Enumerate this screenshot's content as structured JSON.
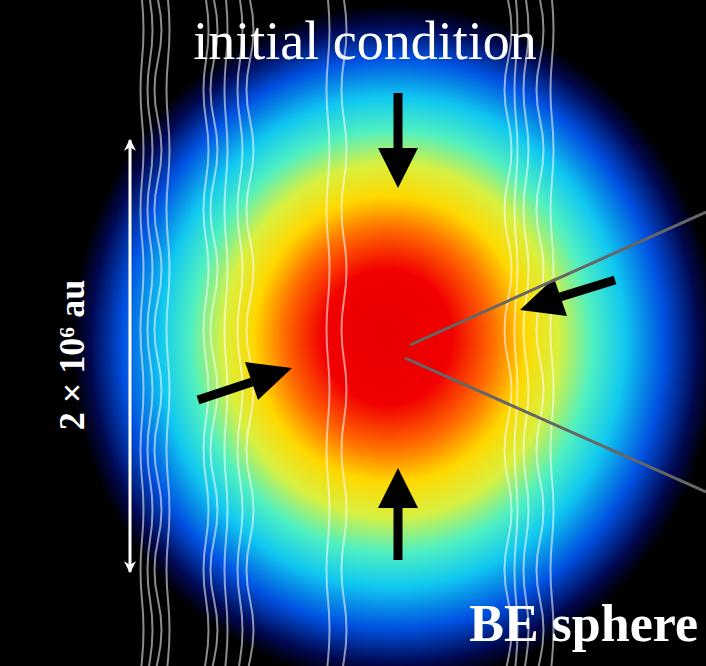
{
  "diagram": {
    "labels": [
      "initial condition",
      "2 × 10⁶ au",
      "BE sphere"
    ]
  }
}
